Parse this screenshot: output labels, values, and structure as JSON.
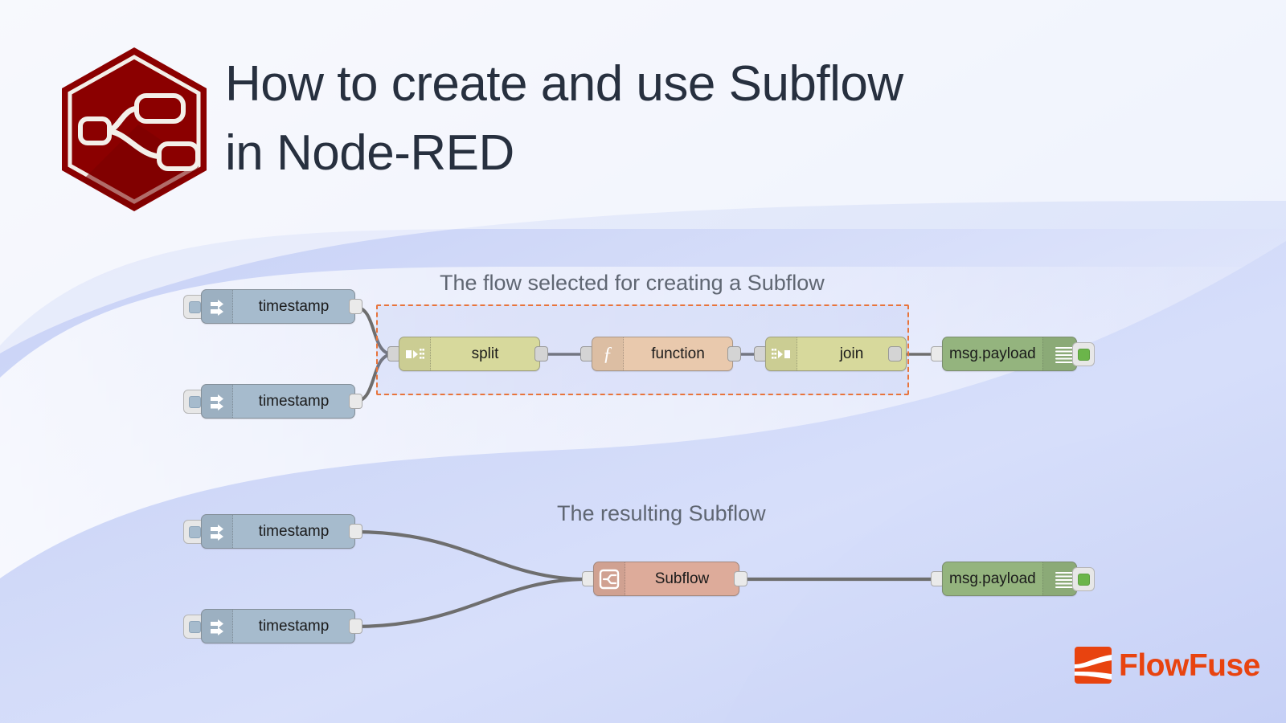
{
  "header": {
    "title": "How to create and use Subflow\nin Node-RED",
    "logo_alt": "node-red-logo",
    "logo_color": "#8b0000"
  },
  "brand": {
    "name": "FlowFuse",
    "color": "#e8430f"
  },
  "captions": {
    "top": "The flow selected for creating a Subflow",
    "bottom": "The resulting Subflow"
  },
  "theme": {
    "background_start": "#eef1fb",
    "background_end": "#d3ddf8",
    "wave_color": "#c3cdf5",
    "title_color": "#27303f",
    "caption_color": "#5f6672",
    "selection_border": "#e8743b",
    "selection_fill": "rgba(140,160,235,0.16)",
    "wire_color": "#6e6e6e"
  },
  "palette": {
    "inject": "#a6bbcd",
    "split": "#d7d99c",
    "function": "#e9c9ad",
    "join": "#d7d99c",
    "debug": "#94b47e",
    "subflow": "#ddab9a"
  },
  "flow_top": {
    "title": "The flow selected for creating a Subflow",
    "nodes": [
      {
        "id": "inject-1",
        "label": "timestamp",
        "type": "inject",
        "icon": "arrow-right-icon",
        "selected": false
      },
      {
        "id": "inject-2",
        "label": "timestamp",
        "type": "inject",
        "icon": "arrow-right-icon",
        "selected": false
      },
      {
        "id": "split-1",
        "label": "split",
        "type": "split",
        "icon": "split-icon",
        "selected": true
      },
      {
        "id": "function-1",
        "label": "function",
        "type": "function",
        "icon": "function-f-icon",
        "selected": true
      },
      {
        "id": "join-1",
        "label": "join",
        "type": "join",
        "icon": "join-icon",
        "selected": true
      },
      {
        "id": "debug-1",
        "label": "msg.payload",
        "type": "debug",
        "icon": "debug-lines-icon",
        "selected": false
      }
    ],
    "wires": [
      {
        "from": "inject-1",
        "to": "split-1"
      },
      {
        "from": "inject-2",
        "to": "split-1"
      },
      {
        "from": "split-1",
        "to": "function-1"
      },
      {
        "from": "function-1",
        "to": "join-1"
      },
      {
        "from": "join-1",
        "to": "debug-1"
      }
    ]
  },
  "flow_bottom": {
    "title": "The resulting Subflow",
    "nodes": [
      {
        "id": "inject-3",
        "label": "timestamp",
        "type": "inject",
        "icon": "arrow-right-icon"
      },
      {
        "id": "inject-4",
        "label": "timestamp",
        "type": "inject",
        "icon": "arrow-right-icon"
      },
      {
        "id": "subflow-1",
        "label": "Subflow",
        "type": "subflow",
        "icon": "subflow-icon"
      },
      {
        "id": "debug-2",
        "label": "msg.payload",
        "type": "debug",
        "icon": "debug-lines-icon"
      }
    ],
    "wires": [
      {
        "from": "inject-3",
        "to": "subflow-1"
      },
      {
        "from": "inject-4",
        "to": "subflow-1"
      },
      {
        "from": "subflow-1",
        "to": "debug-2"
      }
    ]
  }
}
